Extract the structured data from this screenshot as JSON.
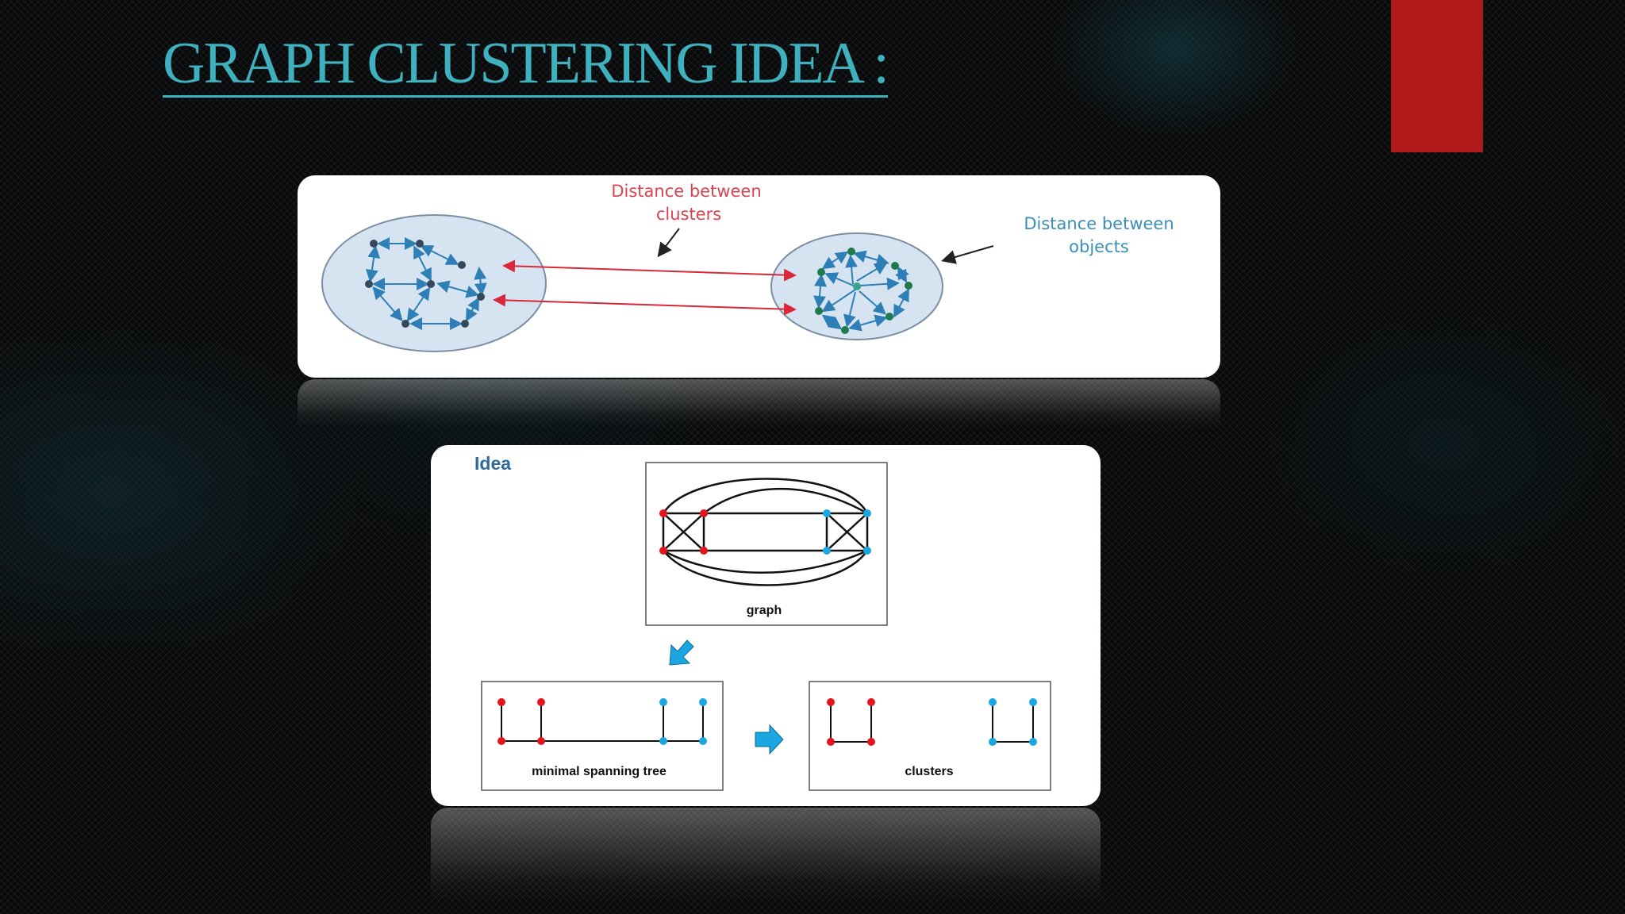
{
  "slide": {
    "title": "GRAPH CLUSTERING IDEA :",
    "accent_color": "#3fb1be",
    "tab_color": "#b01a1a"
  },
  "figure_top": {
    "label_clusters_line1": "Distance between",
    "label_clusters_line2": "clusters",
    "label_objects_line1": "Distance between",
    "label_objects_line2": "objects",
    "clusters_label_color": "#d9434f",
    "objects_label_color": "#3a8fb8"
  },
  "figure_bottom": {
    "heading": "Idea",
    "graph_caption": "graph",
    "mst_caption": "minimal spanning tree",
    "clusters_caption": "clusters",
    "red_node_color": "#e2141c",
    "blue_node_color": "#1aa6e0"
  }
}
